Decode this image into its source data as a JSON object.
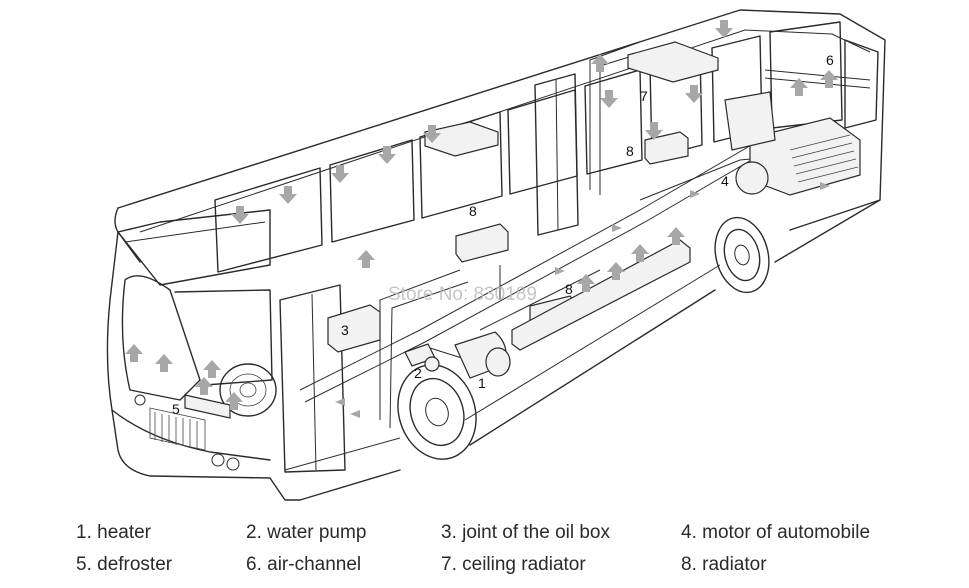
{
  "diagram": {
    "watermark": "Store No: 830189",
    "callouts": {
      "c1": "1",
      "c2": "2",
      "c3": "3",
      "c4": "4",
      "c5": "5",
      "c6": "6",
      "c7": "7",
      "c8a": "8",
      "c8b": "8",
      "c8c": "8"
    }
  },
  "legend": {
    "items": [
      "1. heater",
      "2. water pump",
      "3. joint of the oil box",
      "4. motor of automobile",
      "5. defroster",
      "6. air-channel",
      "7. ceiling radiator",
      "8. radiator"
    ]
  }
}
